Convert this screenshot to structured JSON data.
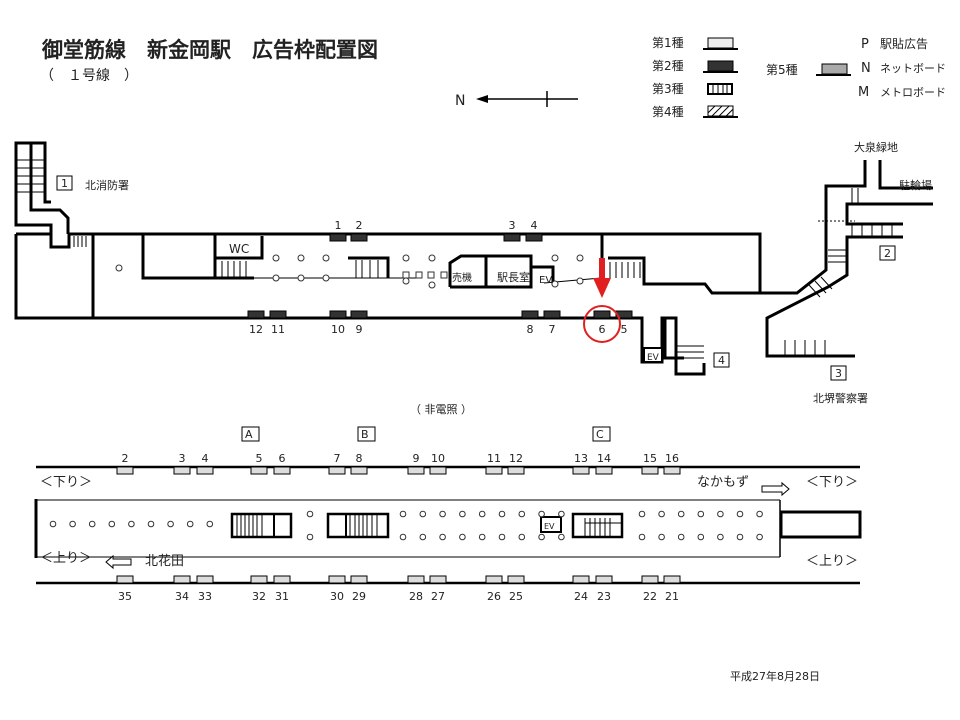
{
  "header": {
    "title": "御堂筋線　新金岡駅　広告枠配置図",
    "subtitle": "（　１号線　）",
    "north_label": "N"
  },
  "legend": {
    "types": [
      {
        "label": "第1種",
        "fill": "#eeeeee"
      },
      {
        "label": "第2種",
        "fill": "#333333"
      },
      {
        "label": "第3種",
        "fill": "stripes"
      },
      {
        "label": "第4種",
        "fill": "hatch"
      },
      {
        "label": "第5種",
        "fill": "#aaaaaa"
      }
    ],
    "codes": [
      {
        "code": "P",
        "label": "駅貼広告"
      },
      {
        "code": "N",
        "label": "ネットボード"
      },
      {
        "code": "M",
        "label": "メトロボード"
      }
    ]
  },
  "concourse": {
    "rooms": {
      "wc": "WC",
      "ticket": "売機",
      "office": "駅長室",
      "ev1": "EV",
      "ev2": "EV"
    },
    "exits": [
      {
        "num": "1",
        "label": "北消防署"
      },
      {
        "num": "2",
        "label": "大泉緑地"
      },
      {
        "num": "3",
        "label": "北堺警察署"
      },
      {
        "num": "4",
        "label": ""
      }
    ],
    "bicycle_parking": "駐輪場",
    "top_slots": [
      "1",
      "2",
      "3",
      "4"
    ],
    "bottom_slots": [
      "12",
      "11",
      "10",
      "9",
      "8",
      "7",
      "6",
      "5"
    ],
    "highlighted_slot": "6",
    "highlight_color": "#e02020"
  },
  "platform": {
    "note": "（ 非電照 ）",
    "sections": [
      "A",
      "B",
      "C"
    ],
    "top_slots": [
      "2",
      "3",
      "4",
      "5",
      "6",
      "7",
      "8",
      "9",
      "10",
      "11",
      "12",
      "13",
      "14",
      "15",
      "16"
    ],
    "bottom_slots": [
      "35",
      "34",
      "33",
      "32",
      "31",
      "30",
      "29",
      "28",
      "27",
      "26",
      "25",
      "24",
      "23",
      "22",
      "21"
    ],
    "down_label": "＜下り＞",
    "up_label": "＜上り＞",
    "down_dest": "なかもず",
    "up_dest": "北花田",
    "ev": "EV"
  },
  "footer": {
    "date": "平成27年8月28日"
  }
}
